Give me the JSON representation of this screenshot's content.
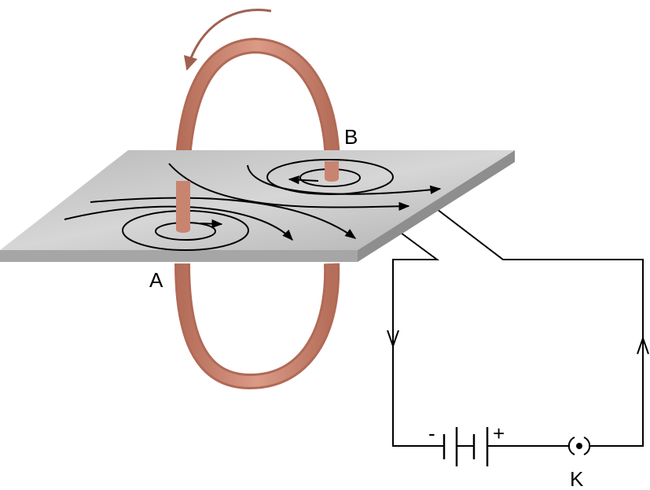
{
  "labels": {
    "point_a": "A",
    "point_b": "B",
    "key": "K",
    "battery_negative": "-",
    "battery_positive": "+"
  },
  "colors": {
    "wire_loop": "#c98470",
    "current_arrow": "#a0604f",
    "plate_top": "#c4c4c4",
    "plate_edge": "#9a9a9a",
    "field_lines": "#000000"
  }
}
